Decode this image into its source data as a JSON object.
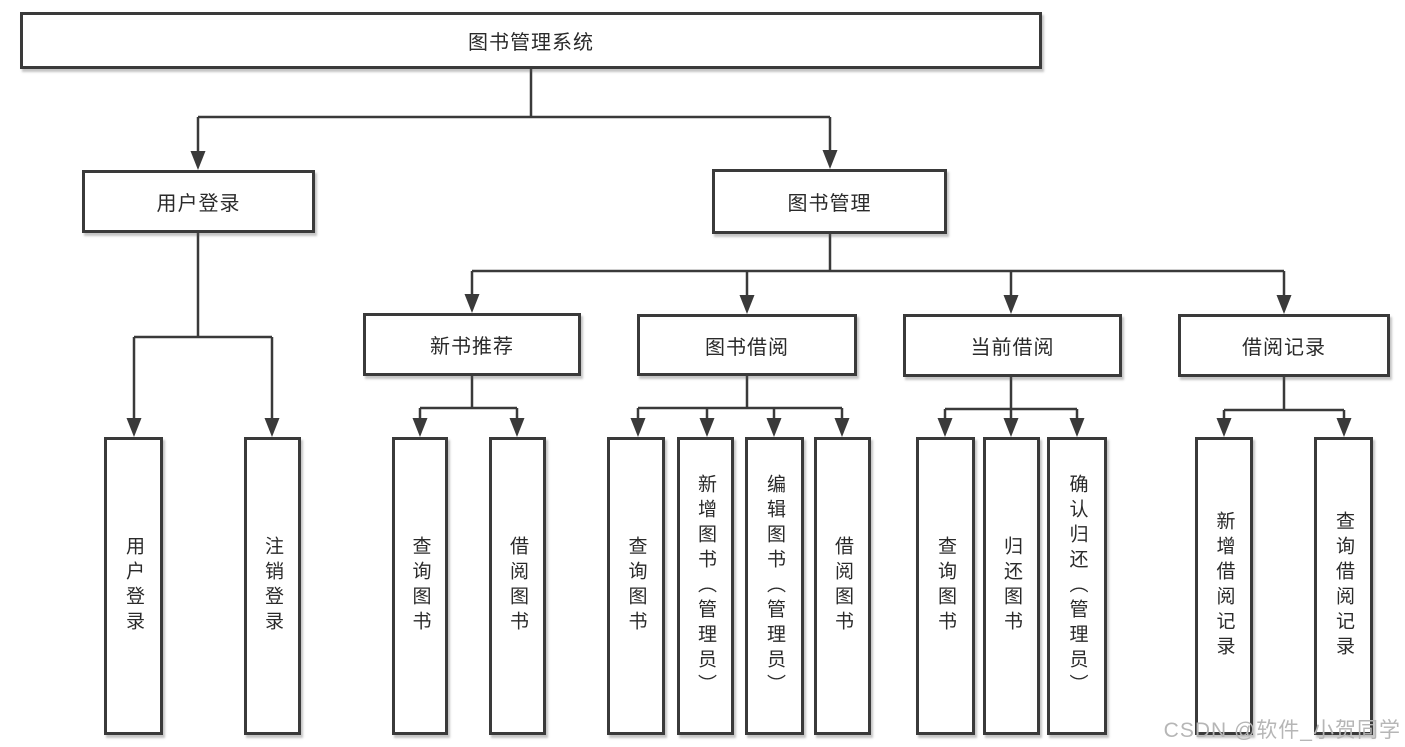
{
  "diagram": {
    "root": "图书管理系统",
    "level2": {
      "user_login": "用户登录",
      "book_management": "图书管理"
    },
    "level3": {
      "new_book_recommend": "新书推荐",
      "book_borrowing": "图书借阅",
      "current_borrowing": "当前借阅",
      "borrowing_records": "借阅记录"
    },
    "leaves": {
      "user_login": [
        "用户登录",
        "注销登录"
      ],
      "new_book_recommend": [
        "查询图书",
        "借阅图书"
      ],
      "book_borrowing": [
        "查询图书",
        "新增图书（管理员）",
        "编辑图书（管理员）",
        "借阅图书"
      ],
      "current_borrowing": [
        "查询图书",
        "归还图书",
        "确认归还（管理员）"
      ],
      "borrowing_records": [
        "新增借阅记录",
        "查询借阅记录"
      ]
    }
  },
  "watermark": "CSDN @软件_小贺同学",
  "colors": {
    "line": "#3a3a3a",
    "box_border": "#3a3a3a",
    "text": "#2a2a2a",
    "watermark_text": "#b6b6b6",
    "background": "#ffffff"
  }
}
